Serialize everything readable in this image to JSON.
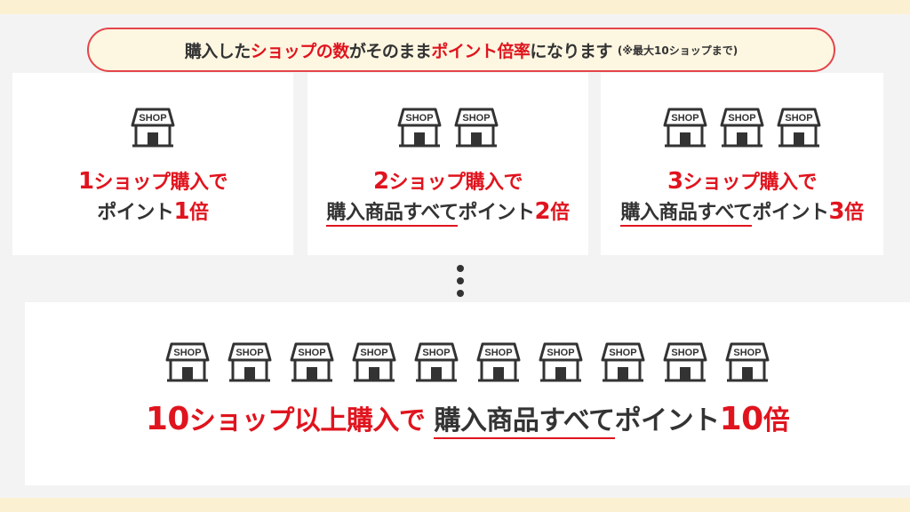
{
  "banner": {
    "part1": "購入した",
    "part2": "ショップの数",
    "part3": "がそのまま",
    "part4": "ポイント倍率",
    "part5": "になります",
    "note": "(※最大10ショップまで)"
  },
  "shop_icon": {
    "name": "shop-icon",
    "label": "SHOP"
  },
  "cards": [
    {
      "count": 1,
      "num": "1",
      "line1_suffix": "ショップ購入で",
      "line2_prefix": "ポイント",
      "line2_num": "1",
      "line2_unit": "倍"
    },
    {
      "count": 2,
      "num": "2",
      "line1_suffix": "ショップ購入で",
      "line2_underlined": "購入商品すべて",
      "line2_prefix": "ポイント",
      "line2_num": "2",
      "line2_unit": "倍"
    },
    {
      "count": 3,
      "num": "3",
      "line1_suffix": "ショップ購入で",
      "line2_underlined": "購入商品すべて",
      "line2_prefix": "ポイント",
      "line2_num": "3",
      "line2_unit": "倍"
    }
  ],
  "big_card": {
    "count": 10,
    "num": "10",
    "suffix": "ショップ以上購入で",
    "underlined": "購入商品すべて",
    "prefix": "ポイント",
    "num2": "10",
    "unit": "倍"
  },
  "colors": {
    "accent_red": "#e0141e",
    "border_red": "#e4444a",
    "page_bg": "#fbf1d2",
    "panel_bg": "#f3f3f3"
  }
}
